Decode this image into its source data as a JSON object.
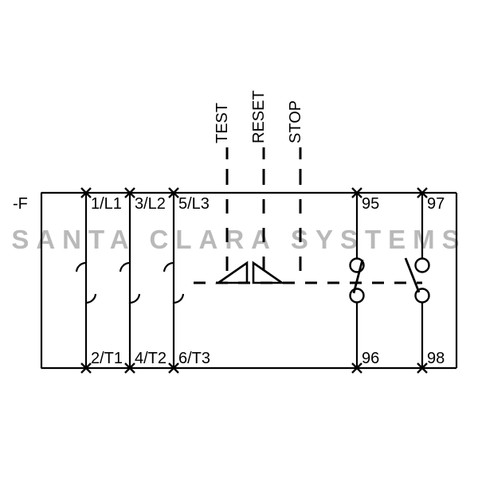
{
  "diagram": {
    "type": "electrical-schematic",
    "subject": "thermal overload relay / motor protection relay",
    "device_designation": "-F",
    "watermark": "SANTA CLARA SYSTEMS",
    "colors": {
      "line": "#000000",
      "background": "#ffffff",
      "watermark": "#b9b9b9"
    },
    "main_poles": [
      {
        "top_terminal": "1/L1",
        "bottom_terminal": "2/T1",
        "element": "thermal-overload-element"
      },
      {
        "top_terminal": "3/L2",
        "bottom_terminal": "4/T2",
        "element": "thermal-overload-element"
      },
      {
        "top_terminal": "5/L3",
        "bottom_terminal": "6/T3",
        "element": "thermal-overload-element"
      }
    ],
    "actuators": [
      {
        "label": "TEST"
      },
      {
        "label": "RESET"
      },
      {
        "label": "STOP"
      }
    ],
    "auxiliary_contacts": [
      {
        "top_terminal": "95",
        "bottom_terminal": "96",
        "contact_type": "normally-closed"
      },
      {
        "top_terminal": "97",
        "bottom_terminal": "98",
        "contact_type": "normally-open"
      }
    ]
  }
}
